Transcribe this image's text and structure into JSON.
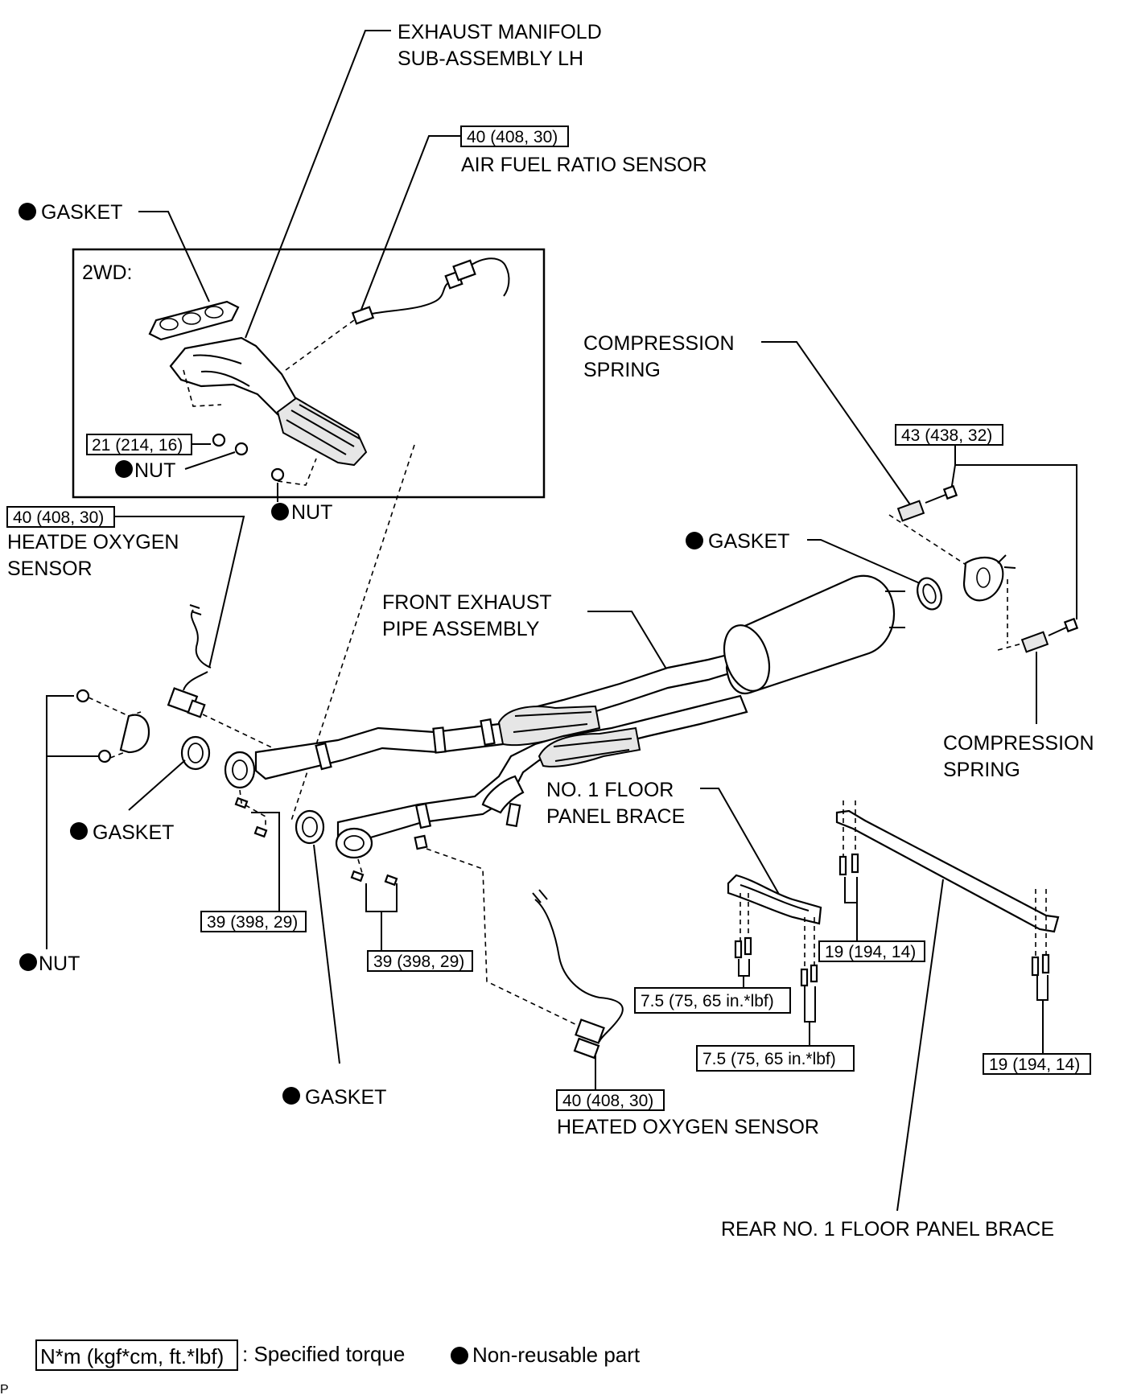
{
  "labels": {
    "exhaust_manifold_1": "EXHAUST MANIFOLD",
    "exhaust_manifold_2": "SUB-ASSEMBLY LH",
    "air_fuel_ratio_sensor": "AIR FUEL RATIO SENSOR",
    "gasket_top": "GASKET",
    "variant_2wd": "2WD:",
    "nut_inner": "NUT",
    "nut_outer": "NUT",
    "compression_spring_top_1": "COMPRESSION",
    "compression_spring_top_2": "SPRING",
    "gasket_right": "GASKET",
    "heated_oxygen_sensor_left_1": "HEATDE OXYGEN",
    "heated_oxygen_sensor_left_2": "SENSOR",
    "front_exhaust_pipe_1": "FRONT EXHAUST",
    "front_exhaust_pipe_2": "PIPE ASSEMBLY",
    "compression_spring_bottom_1": "COMPRESSION",
    "compression_spring_bottom_2": "SPRING",
    "gasket_left": "GASKET",
    "no1_floor_brace_1": "NO. 1 FLOOR",
    "no1_floor_brace_2": "PANEL BRACE",
    "nut_left": "NUT",
    "gasket_bottom": "GASKET",
    "heated_oxygen_sensor_bottom": "HEATED OXYGEN SENSOR",
    "rear_floor_brace": "REAR NO. 1 FLOOR PANEL BRACE",
    "corner_mark": "P"
  },
  "torques": {
    "air_fuel_ratio_sensor": "40 (408, 30)",
    "manifold_nut": "21 (214, 16)",
    "compression_spring_bolt": "43 (438, 32)",
    "heated_oxygen_sensor_left": "40 (408, 30)",
    "flange_left": "39 (398, 29)",
    "flange_right": "39 (398, 29)",
    "floor_brace_a": "7.5 (75, 65 in.*lbf)",
    "floor_brace_b": "7.5 (75, 65 in.*lbf)",
    "rear_brace_a": "19 (194, 14)",
    "rear_brace_b": "19 (194, 14)",
    "heated_oxygen_sensor_bottom": "40 (408, 30)"
  },
  "legend": {
    "torque_unit": "N*m (kgf*cm, ft.*lbf)",
    "torque_text": ": Specified torque",
    "nonreusable_text": "Non-reusable part"
  }
}
